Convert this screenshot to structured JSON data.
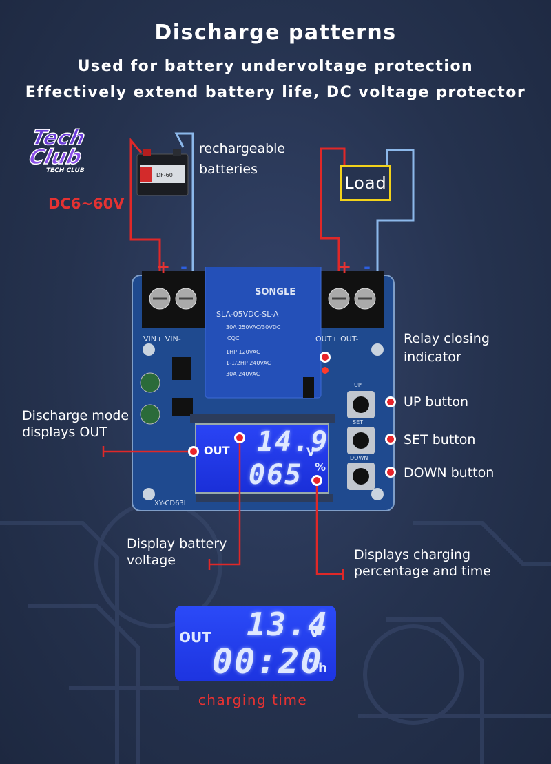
{
  "header": {
    "title": "Discharge patterns",
    "subtitle1": "Used for battery undervoltage protection",
    "subtitle2": "Effectively extend battery life, DC voltage protector"
  },
  "logo": {
    "line1": "Tech",
    "line2": "Club",
    "line3": "TECH CLUB"
  },
  "battery": {
    "label_line1": "rechargeable",
    "label_line2": "batteries",
    "voltage_range": "DC6~60V",
    "sticker": "DF-60"
  },
  "load": {
    "label": "Load"
  },
  "terminals": {
    "plus_left": "+",
    "minus_left": "-",
    "plus_right": "+",
    "minus_right": "-",
    "vin": "VIN+ VIN-",
    "out": "OUT+ OUT-"
  },
  "relay": {
    "brand": "SONGLE",
    "model": "SLA-05VDC-SL-A",
    "spec1": "30A 250VAC/30VDC",
    "spec2": "1HP 120VAC",
    "spec3": "1-1/2HP 240VAC",
    "spec4": "30A 240VAC",
    "cqc": "CQC"
  },
  "board": {
    "model": "XY-CD63L",
    "btn_up": "UP",
    "btn_set": "SET",
    "btn_down": "DOWN"
  },
  "lcd_main": {
    "mode": "OUT",
    "voltage": "14.9",
    "voltage_unit": "V",
    "percent": "065",
    "percent_unit": "%"
  },
  "lcd_time": {
    "mode": "OUT",
    "voltage": "13.4",
    "voltage_unit": "V",
    "time": "00:20",
    "time_unit": "h",
    "caption": "charging time"
  },
  "annotations": {
    "relay_indicator_line1": "Relay closing",
    "relay_indicator_line2": "indicator",
    "up_button": "UP button",
    "set_button": "SET button",
    "down_button": "DOWN button",
    "discharge_mode_line1": "Discharge mode",
    "discharge_mode_line2": "displays OUT",
    "battery_voltage_line1": "Display battery",
    "battery_voltage_line2": "voltage",
    "charging_pct_line1": "Displays charging",
    "charging_pct_line2": "percentage and time"
  },
  "colors": {
    "accent_red": "#e53232",
    "wire_blue": "#8cb8ea",
    "load_border": "#f2d21b",
    "lcd_blue": "#1a2fd8"
  }
}
